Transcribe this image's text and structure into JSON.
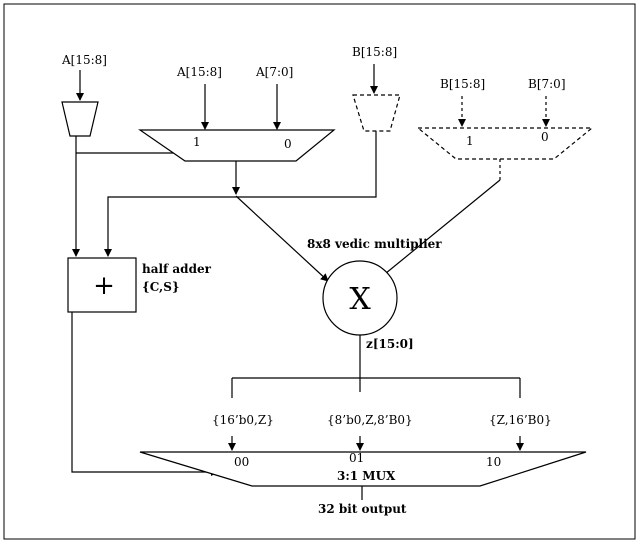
{
  "labels": {
    "a_top": "A[15:8]",
    "a_mux_hi": "A[15:8]",
    "a_mux_lo": "A[7:0]",
    "b_top": "B[15:8]",
    "b_mux_hi": "B[15:8]",
    "b_mux_lo": "B[7:0]",
    "a_mux_sel1": "1",
    "a_mux_sel0": "0",
    "b_mux_sel1": "1",
    "b_mux_sel0": "0",
    "multiplier_name": "8x8 vedic multiplier",
    "multiplier_symbol": "X",
    "adder_symbol": "+",
    "adder_name": "half adder",
    "adder_outputs": "{C,S}",
    "product": "z[15:0]",
    "in_00": "{16’b0,Z}",
    "in_01": "{8’b0,Z,8’B0}",
    "in_10": "{Z,16’B0}",
    "sel_00": "00",
    "sel_01": "01",
    "sel_10": "10",
    "mux_name": "3:1 MUX",
    "output": "32 bit output"
  }
}
